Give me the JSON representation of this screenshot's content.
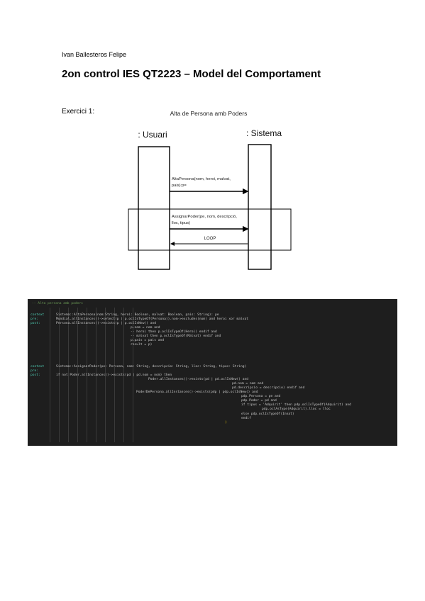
{
  "doc": {
    "author": "Ivan Ballesteros Felipe",
    "title": "2on control IES QT2223 – Model del Comportament",
    "exercise_label": "Exercici 1:"
  },
  "diagram": {
    "title": "Alta de Persona amb Poders",
    "actor_left": ": Usuari",
    "actor_right": ": Sistema",
    "msg1_line1": "AltaPersona(nom, heroi, malvat,",
    "msg1_line2": "pais):p=",
    "msg2_line1": "AssignarPoder(pe, nom, descripció,",
    "msg2_line2": "lloc, tipus)",
    "loop_label": "LOOP"
  },
  "code": {
    "comment": "-- Alta persona amb poders",
    "labels": [
      "context",
      "pre:",
      "post:",
      "",
      "",
      "",
      "",
      "",
      "",
      "",
      "",
      "context",
      "pre:",
      "post:"
    ],
    "lines": [
      "Sistema::AltaPersona(nom:String, heroi: Boolean, malvat: Boolean, pais: String): pe",
      "Mundial.allInstances()->select(p | p.oclIsTypeOf(Persona)).nom->excludes(nom) and heroi xor malvat",
      "Persona.allInstances()->exists(p | p.oclIsNew() and",
      "p.nom = nom and",
      "-- heroi then p.oclIsTypeOf(Heroi) endif and",
      "-- malvat then p.oclIsTypeOf(Malvat) endif and",
      "p.pais = pais and",
      "result = p)",
      "Sistema::AssignarPoder(pe: Persona, nom: String, descripcio: String, lloc: String, tipus: String)",
      "if not Poder.allInstances()->exists(pd | pd.nom = nom) then",
      "Poder.allInstances()->exists(pd | pd.oclIsNew() and",
      "pd.nom = nom and",
      "pd.descripcio = descripcio) endif and",
      "PoderDePersona.allInstances()->exists(pdp | pdp.oclIsNew() and",
      "pdp.Persona = pe and",
      "pdp.Poder = pd and",
      "if tipus = 'Adquirit' then pdp.oclIsTypeOf(Adquirit) and",
      "pdp.oclAsType(Adquirit).lloc = lloc",
      "else pdp.oclIsTypeOf(Innat)",
      "endif",
      ")"
    ]
  }
}
